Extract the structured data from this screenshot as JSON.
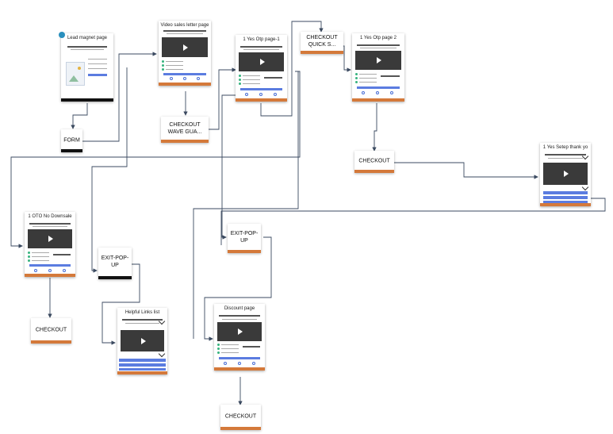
{
  "nodes": {
    "lead_magnet": "Lead magnet page",
    "form": "FORM",
    "video_sales_letter": "Video sales letter page",
    "checkout_wave": "CHECKOUT WAVE GUA...",
    "yes_otp_1": "1 Yes Otp page-1",
    "checkout_quick": "CHECKOUT QUICK S...",
    "yes_otp_2": "1 Yes Otp page 2",
    "checkout_a": "CHECKOUT",
    "yes_step_thank": "1 Yes Setep thank yo",
    "otp_no_downsale": "1 OTO No Downsale",
    "checkout_b": "CHECKOUT",
    "exit_popup_1": "EXIT-POP-UP",
    "helpful_links": "Helpful Links list",
    "exit_popup_2": "EXIT-POP-UP",
    "discount_page": "Discount page",
    "checkout_c": "CHECKOUT"
  }
}
